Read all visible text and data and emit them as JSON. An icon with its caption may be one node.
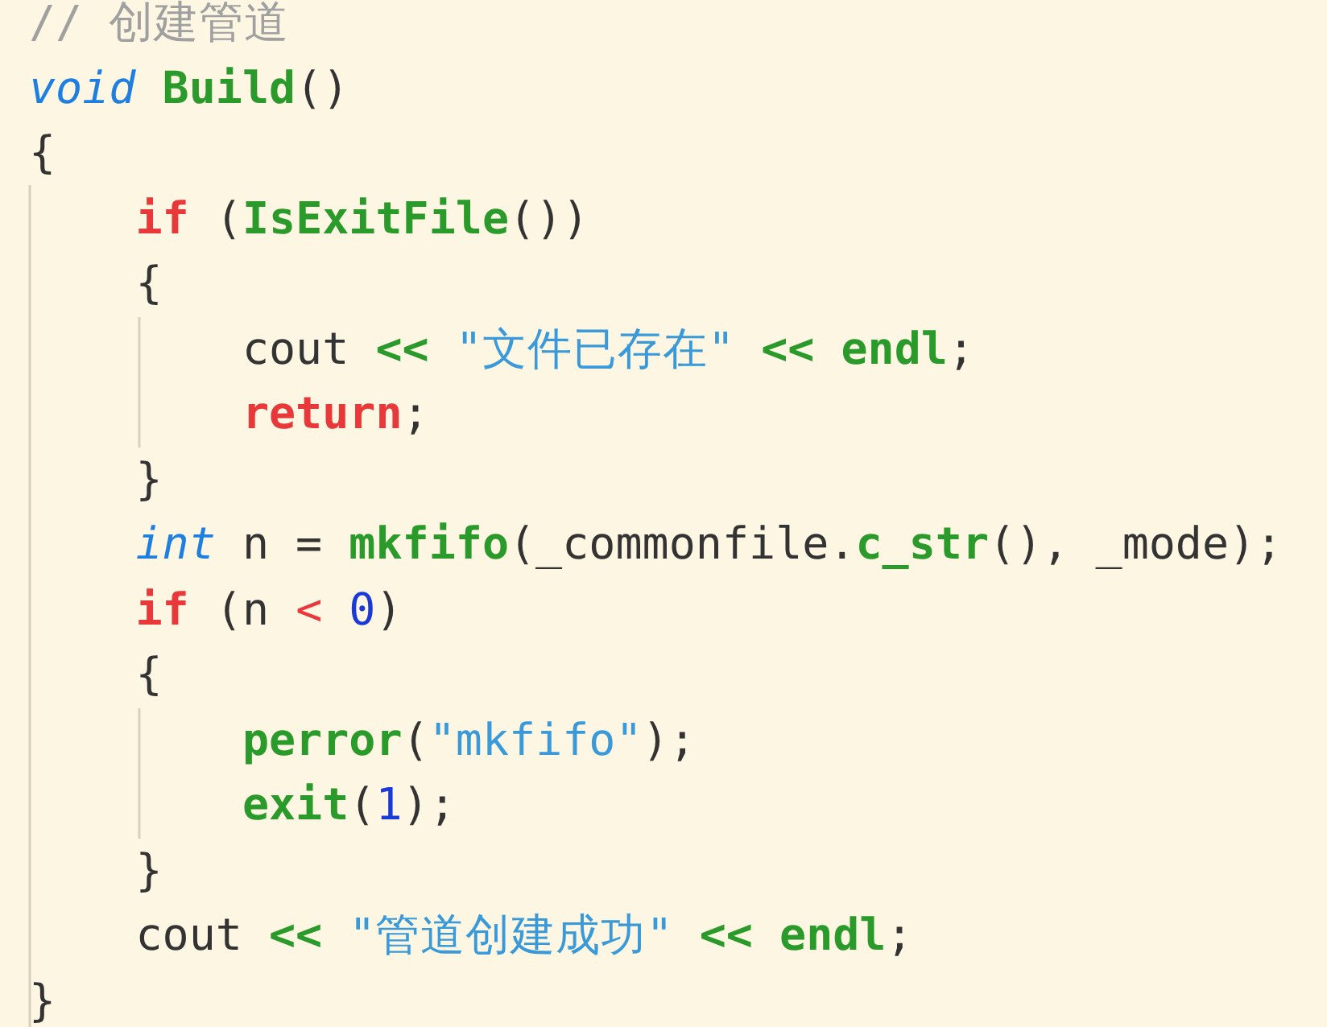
{
  "diagram": {
    "labels": [
      "// 创建管道",
      "void",
      "Build",
      "()",
      "{",
      "if",
      "(",
      "IsExitFile",
      "())",
      "{",
      "cout",
      "<<",
      "\"文件已存在\"",
      "<<",
      "endl",
      ";",
      "return",
      ";",
      "}",
      "int",
      "n =",
      "mkfifo",
      "(_commonfile.",
      "c_str",
      "(), _mode);",
      "if",
      "(n",
      "<",
      "0",
      ")",
      "{",
      "perror",
      "(",
      "\"mkfifo\"",
      ");",
      "exit",
      "(",
      "1",
      ");",
      "}",
      "cout",
      "<<",
      "\"管道创建成功\"",
      "<<",
      "endl",
      ";",
      "}"
    ]
  }
}
